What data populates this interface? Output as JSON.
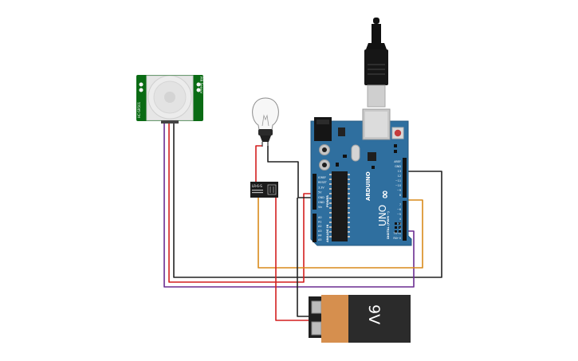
{
  "pir_sensor": {
    "board_color": "#0a6b14",
    "side_label_left": "HC-SR501",
    "side_label_right": "PIR Sensor"
  },
  "relay": {
    "title": "LR-6-S",
    "body_color": "#1c1c1c"
  },
  "arduino": {
    "board_color": "#2f6f9f",
    "brand": "ARDUINO",
    "model": "UNO",
    "header_power": "POWER",
    "header_analog": "ANALOG IN",
    "header_digital": "DIGITAL (PWM ~)",
    "power_pins": [
      "IOREF",
      "RESET",
      "3.3V",
      "5V",
      "GND",
      "GND",
      "Vin"
    ],
    "analog_pins": [
      "A0",
      "A1",
      "A2",
      "A3",
      "A4",
      "A5"
    ],
    "digital_pins_top": [
      "AREF",
      "GND",
      "13",
      "12",
      "~11",
      "~10",
      "~9",
      "8"
    ],
    "digital_pins_bottom": [
      "7",
      "~6",
      "~5",
      "4",
      "~3",
      "2",
      "TX→1",
      "RX←0"
    ]
  },
  "battery": {
    "label": "9V",
    "body_color": "#2b2b2b",
    "band_color": "#d68f4e"
  },
  "wire_colors": {
    "red": "#d31f1f",
    "black": "#222222",
    "purple": "#6a2c91",
    "orange": "#d88a1a"
  }
}
